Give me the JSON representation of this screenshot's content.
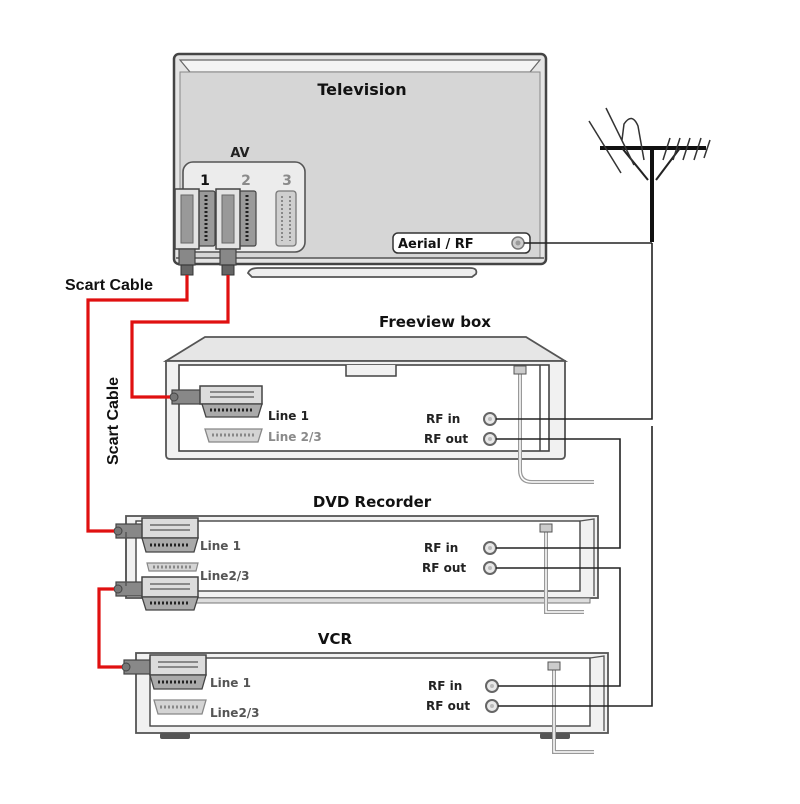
{
  "diagram": {
    "colors": {
      "scart_cable": "#e01010",
      "rf_cable": "#222222",
      "device_body": "#f1f1f1",
      "tv_screen": "#d6d6d6"
    },
    "television": {
      "title": "Television",
      "av_group_label": "AV",
      "av_ports": [
        "1",
        "2",
        "3"
      ],
      "aerial_label": "Aerial / RF"
    },
    "antenna": {
      "name": "Aerial antenna"
    },
    "cable_labels": {
      "top": "Scart Cable",
      "vertical": "Scart Cable"
    },
    "freeview_box": {
      "title": "Freeview box",
      "line1": "Line 1",
      "line23": "Line 2/3",
      "rf_in": "RF in",
      "rf_out": "RF out"
    },
    "dvd_recorder": {
      "title": "DVD Recorder",
      "line1": "Line 1",
      "line23": "Line2/3",
      "rf_in": "RF in",
      "rf_out": "RF out"
    },
    "vcr": {
      "title": "VCR",
      "line1": "Line 1",
      "line23": "Line2/3",
      "rf_in": "RF in",
      "rf_out": "RF out"
    },
    "connections": [
      {
        "type": "rf",
        "from": "Aerial antenna",
        "to": "Freeview box RF in"
      },
      {
        "type": "rf",
        "from": "Freeview box RF out",
        "to": "DVD Recorder RF in"
      },
      {
        "type": "rf",
        "from": "DVD Recorder RF out",
        "to": "VCR RF in"
      },
      {
        "type": "rf",
        "from": "VCR RF out",
        "to": "Television Aerial / RF"
      },
      {
        "type": "scart",
        "from": "Television AV 1",
        "to": "DVD Recorder Line 1"
      },
      {
        "type": "scart",
        "from": "Television AV 2",
        "to": "Freeview box Line 1"
      },
      {
        "type": "scart",
        "from": "DVD Recorder Line 2/3",
        "to": "VCR Line 1"
      }
    ]
  }
}
